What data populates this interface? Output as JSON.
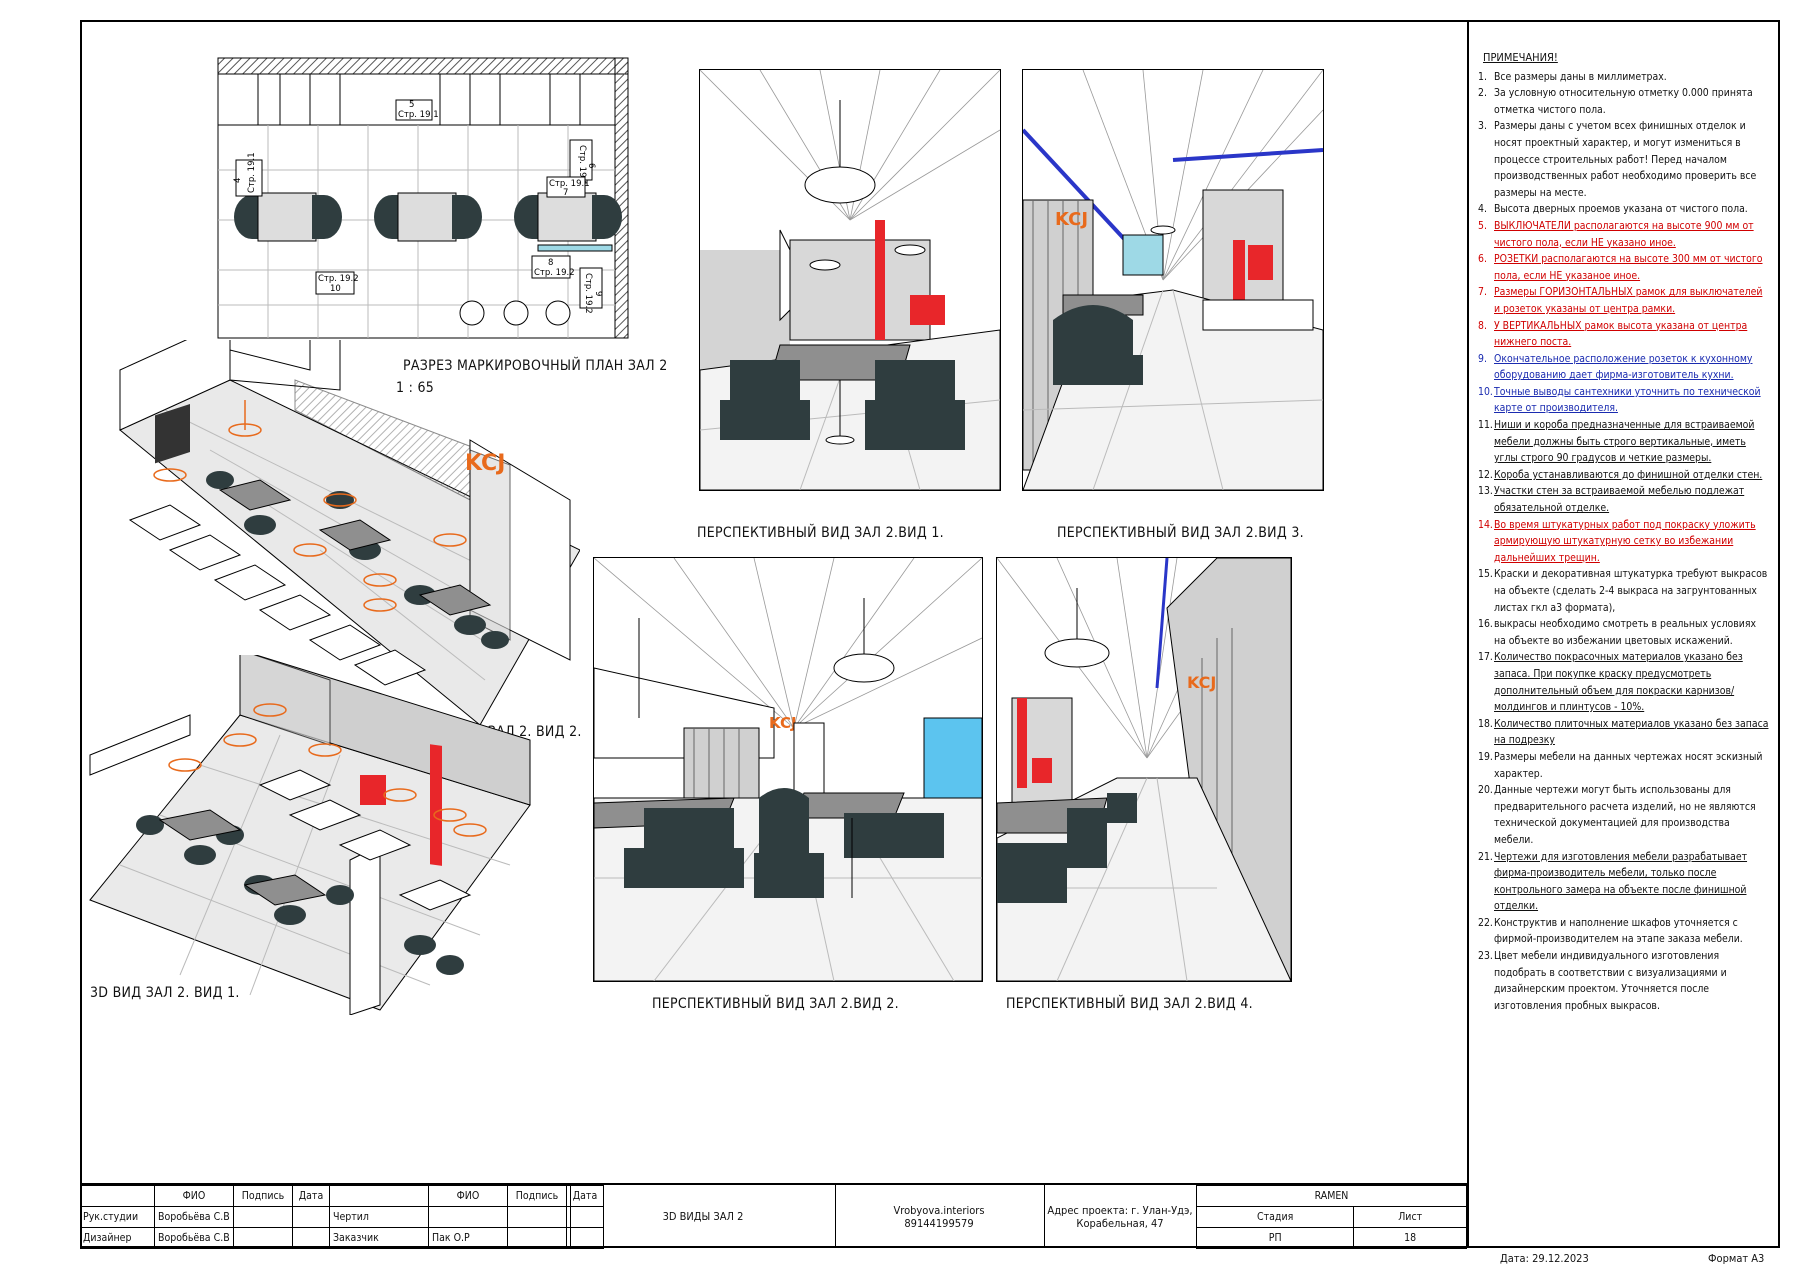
{
  "plan": {
    "title": "РАЗРЕЗ  МАРКИРОВОЧНЫЙ ПЛАН ЗАЛ 2",
    "scale": "1 : 65",
    "markers": [
      {
        "num": "5",
        "ref": "Стр. 19.1"
      },
      {
        "num": "4",
        "ref": "Стр. 19.1"
      },
      {
        "num": "6",
        "ref": "Стр. 19.1"
      },
      {
        "num": "7",
        "ref": "Стр. 19.1"
      },
      {
        "num": "8",
        "ref": "Стр. 19.2"
      },
      {
        "num": "10",
        "ref": "Стр. 19.2"
      },
      {
        "num": "9",
        "ref": "Стр. 19.2"
      }
    ]
  },
  "captions": {
    "persp1": "ПЕРСПЕКТИВНЫЙ ВИД ЗАЛ 2.ВИД 1.",
    "persp3": "ПЕРСПЕКТИВНЫЙ ВИД ЗАЛ 2.ВИД 3.",
    "persp2": "ПЕРСПЕКТИВНЫЙ ВИД ЗАЛ 2.ВИД 2.",
    "persp4": "ПЕРСПЕКТИВНЫЙ ВИД ЗАЛ 2.ВИД 4.",
    "iso2": "3D ВИД ЗАЛ 2. ВИД 2.",
    "iso1": "3D ВИД ЗАЛ 2. ВИД 1."
  },
  "logo_text": "KCJ",
  "notes": {
    "heading": "ПРИМЕЧАНИЯ!",
    "items": [
      {
        "n": "1.",
        "text": "Все размеры даны в миллиметрах.",
        "style": ""
      },
      {
        "n": "2.",
        "text": "За условную относительную отметку 0.000 принята отметка чистого пола.",
        "style": ""
      },
      {
        "n": "3.",
        "text": "Размеры даны с учетом всех финишных отделок и носят проектный характер, и могут измениться в процессе строительных работ! Перед началом производственных работ необходимо проверить все размеры на месте.",
        "style": ""
      },
      {
        "n": "4.",
        "text": "Высота дверных проемов указана от чистого пола.",
        "style": ""
      },
      {
        "n": "5.",
        "text": "ВЫКЛЮЧАТЕЛИ располагаются на высоте 900 мм от чистого пола, если НЕ указано иное.",
        "style": "red"
      },
      {
        "n": "6.",
        "text": "РОЗЕТКИ располагаются на высоте 300 мм от чистого пола, если НЕ указаное иное.",
        "style": "red"
      },
      {
        "n": "7.",
        "text": "Размеры ГОРИЗОНТАЛЬНЫХ рамок для выключателей и розеток указаны от центра рамки.",
        "style": "red"
      },
      {
        "n": "8.",
        "text": "У ВЕРТИКАЛЬНЫХ рамок высота указана от центра нижнего поста.",
        "style": "red"
      },
      {
        "n": "9.",
        "text": "Окончательное расположение розеток к кухонному оборудованию дает фирма-изготовитель кухни.",
        "style": "blue"
      },
      {
        "n": "10.",
        "text": "Точные выводы сантехники уточнить по технической карте от производителя.",
        "style": "blue"
      },
      {
        "n": "11.",
        "text": "Ниши и короба предназначенные для встраиваемой мебели должны быть строго вертикальные, иметь углы строго 90 градусов и четкие размеры.",
        "style": "ul"
      },
      {
        "n": "12.",
        "text": "Короба устанавливаются до финишной отделки стен.",
        "style": "ul"
      },
      {
        "n": "13.",
        "text": "Участки стен за встраиваемой мебелью подлежат обязательной отделке.",
        "style": "ul"
      },
      {
        "n": "14.",
        "text": "Во время штукатурных работ под покраску уложить  армирующую штукатурную сетку  во избежании дальнейших трещин.",
        "style": "red"
      },
      {
        "n": "15.",
        "text": "Краски и декоративная штукатурка требуют выкрасов на объекте (сделать 2-4 выкраса на загрунтованных листах гкл а3 формата),",
        "style": ""
      },
      {
        "n": "16.",
        "text": "выкрасы необходимо смотреть в реальных условиях на объекте во избежании цветовых искажений.",
        "style": ""
      },
      {
        "n": "17.",
        "text": "Количество покрасочных материалов указано без запаса. При покупке краску предусмотреть дополнительный объем для покраски карнизов/молдингов и плинтусов - 10%.",
        "style": "ul"
      },
      {
        "n": "18.",
        "text": "Количество плиточных материалов указано без запаса на подрезку",
        "style": "ul"
      },
      {
        "n": "19.",
        "text": "Размеры мебели на данных чертежах носят эскизный характер.",
        "style": ""
      },
      {
        "n": "20.",
        "text": "Данные чертежи могут быть использованы для предварительного расчета изделий, но не являются технической документацией для производства мебели.",
        "style": ""
      },
      {
        "n": "21.",
        "text": "Чертежи для изготовления мебели разрабатывает фирма-производитель мебели, только после контрольного замера на объекте после финишной отделки.",
        "style": "ul"
      },
      {
        "n": "22.",
        "text": "Конструктив и наполнение шкафов уточняется с фирмой-производителем на этапе заказа мебели.",
        "style": ""
      },
      {
        "n": "23.",
        "text": "Цвет мебели индивидуального изготовления подобрать в соответствии с визуализациями и дизайнерским проектом. Уточняется после изготовления пробных выкрасов.",
        "style": ""
      }
    ]
  },
  "title_block": {
    "col_fio": "ФИО",
    "col_sign": "Подпись",
    "col_date": "Дата",
    "role1": "Рук.студии",
    "name1": "Воробьёва С.В",
    "role2": "Дизайнер",
    "name2": "Воробьёва С.В",
    "role3": "Чертил",
    "role4": "Заказчик",
    "name4": "Пак О.Р",
    "sheet_title": "3D ВИДЫ ЗАЛ 2",
    "studio": "Vrobyova.interiors",
    "phone": "89144199579",
    "address_line1": "Адрес проекта: г. Улан-Удэ,",
    "address_line2": "Корабельная, 47",
    "project": "RAMEN",
    "stage_label": "Стадия",
    "sheet_label": "Лист",
    "stage": "РП",
    "sheet_num": "18"
  },
  "footer": {
    "date": "Дата: 29.12.2023",
    "format": "Формат А3"
  },
  "colors": {
    "accent_red": "#e8262a",
    "orange": "#e86a1c",
    "seat": "#2f3d3f",
    "blue": "#2a36c8",
    "sky": "#5cc4ef"
  }
}
